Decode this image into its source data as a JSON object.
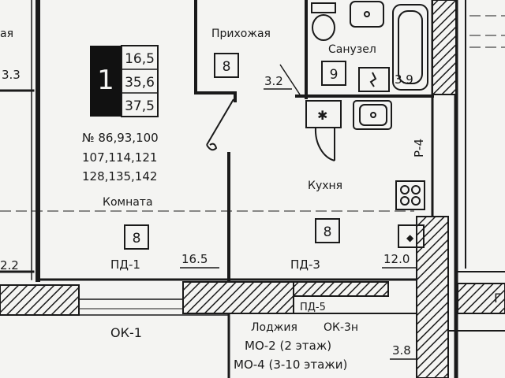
{
  "colors": {
    "ink": "#1a1a1a",
    "paper": "#f4f4f2",
    "badge_bg": "#111111"
  },
  "apartment": {
    "rooms_count": "1",
    "areas": [
      "16,5",
      "35,6",
      "37,5"
    ],
    "numbers": [
      "№ 86,93,100",
      "107,114,121",
      "128,135,142"
    ]
  },
  "rooms": {
    "hallway": {
      "label": "Прихожая",
      "tag": "8",
      "area": "3.2"
    },
    "bathroom": {
      "label": "Санузел",
      "tag": "9",
      "area": "3.9"
    },
    "kitchen": {
      "label": "Кухня",
      "tag": "8",
      "area": "12.0"
    },
    "living": {
      "label": "Комната",
      "tag": "8",
      "area": "16.5"
    },
    "loggia": {
      "label": "Лоджия",
      "area": "3.8"
    }
  },
  "neighbors": {
    "left_label": "ая",
    "left_area": "3.3",
    "left_bottom_area": "2.2"
  },
  "marks": {
    "pd1": "ПД-1",
    "pd3": "ПД-3",
    "pd5": "ПД-5",
    "ok1": "ОК-1",
    "ok3n": "ОК-3н",
    "r4": "Р-4",
    "mo2": "МО-2 (2 этаж)",
    "mo4": "МО-4 (3-10 этажи)",
    "right_mark": "Г"
  }
}
